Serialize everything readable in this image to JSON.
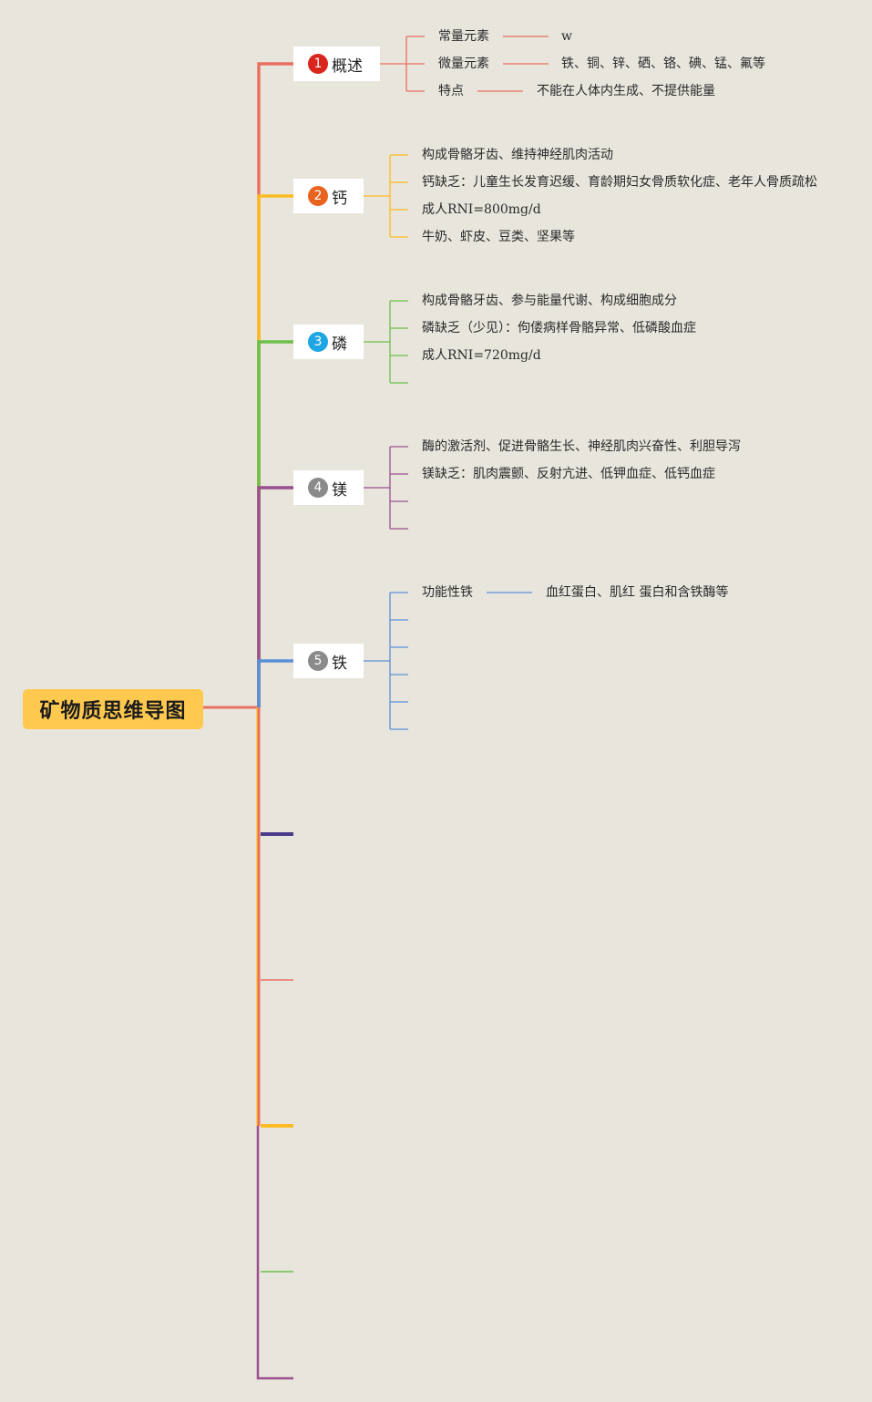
{
  "title": "矿物质思维导图",
  "colors": {
    "background": "#e8e5dc",
    "root": "#ffc94f",
    "overview": "#e9705f",
    "calcium": "#ffbb22",
    "phosphorus": "#6cc04a",
    "magnesium": "#9b4f8f",
    "iron": "#5b8fd8",
    "extra_navy": "#4a3a8a"
  },
  "branches": [
    {
      "num": "1",
      "label": "概述",
      "badge_color": "#d9261c",
      "items": [
        {
          "text": "常量元素",
          "detail": "w"
        },
        {
          "text": "微量元素",
          "detail": "铁、铜、锌、硒、铬、碘、锰、氟等"
        },
        {
          "text": "特点",
          "detail": "不能在人体内生成、不提供能量"
        }
      ]
    },
    {
      "num": "2",
      "label": "钙",
      "badge_color": "#e8641e",
      "items": [
        {
          "text": "构成骨骼牙齿、维持神经肌肉活动"
        },
        {
          "text": "钙缺乏：儿童生长发育迟缓、育龄期妇女骨质软化症、老年人骨质疏松"
        },
        {
          "text": "成人RNI=800mg/d"
        },
        {
          "text": "牛奶、虾皮、豆类、坚果等"
        }
      ]
    },
    {
      "num": "3",
      "label": "磷",
      "badge_color": "#1ea6e3",
      "items": [
        {
          "text": "构成骨骼牙齿、参与能量代谢、构成细胞成分"
        },
        {
          "text": "磷缺乏（少见）：佝偻病样骨骼异常、低磷酸血症"
        },
        {
          "text": "成人RNI=720mg/d"
        },
        {
          "text": ""
        }
      ]
    },
    {
      "num": "4",
      "label": "镁",
      "badge_color": "#8a8a8a",
      "items": [
        {
          "text": "酶的激活剂、促进骨骼生长、神经肌肉兴奋性、利胆导泻"
        },
        {
          "text": "镁缺乏：肌肉震颤、反射亢进、低钾血症、低钙血症"
        },
        {
          "text": ""
        },
        {
          "text": ""
        }
      ]
    },
    {
      "num": "5",
      "label": "铁",
      "badge_color": "#8a8a8a",
      "items": [
        {
          "text": "功能性铁",
          "detail": "血红蛋白、肌红 蛋白和含铁酶等"
        },
        {
          "text": ""
        },
        {
          "text": ""
        },
        {
          "text": ""
        },
        {
          "text": ""
        },
        {
          "text": ""
        }
      ]
    }
  ]
}
